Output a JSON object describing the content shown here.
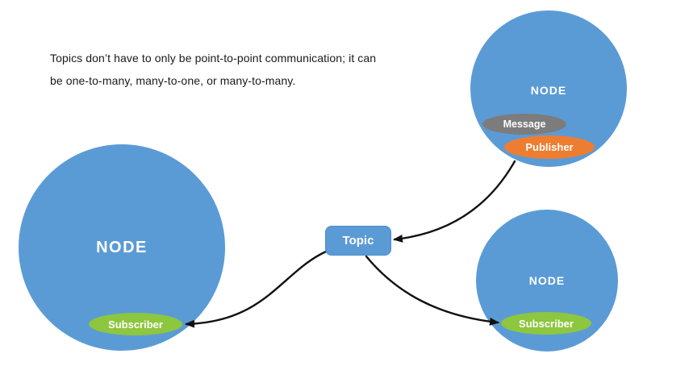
{
  "caption": {
    "text": "Topics don’t have to only be point-to-point communication; it can be one-to-many, many-to-one, or many-to-many."
  },
  "topic": {
    "label": "Topic"
  },
  "nodes": {
    "left": {
      "label": "NODE",
      "badges": {
        "subscriber": "Subscriber"
      }
    },
    "top_right": {
      "label": "NODE",
      "badges": {
        "message": "Message",
        "publisher": "Publisher"
      }
    },
    "bottom_right": {
      "label": "NODE",
      "badges": {
        "subscriber": "Subscriber"
      }
    }
  },
  "colors": {
    "node_blue": "#5B9BD5",
    "topic_fill": "#5B9BD5",
    "topic_border": "#4A8BC9",
    "subscriber_green": "#8DC63F",
    "publisher_orange": "#ED7D31",
    "message_gray": "#7C7C7C",
    "arrow": "#111111",
    "caption_text": "#1A1A1A",
    "background": "#FFFFFF"
  }
}
